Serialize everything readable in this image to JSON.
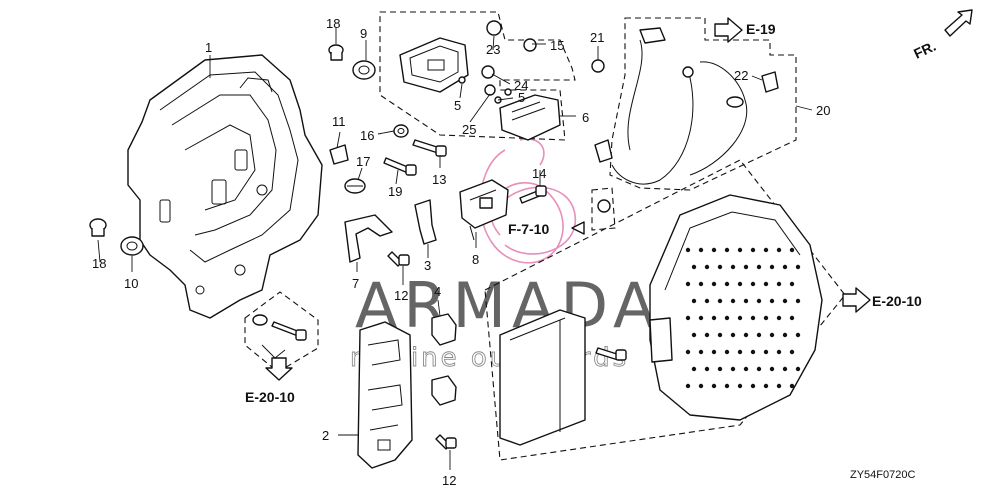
{
  "diagram_code": "ZY54F0720C",
  "direction_marker": "FR.",
  "references": {
    "e19": "E-19",
    "e2010_right": "E-20-10",
    "e2010_bottom": "E-20-10",
    "f710": "F-7-10"
  },
  "watermark": {
    "brand": "ARMADA",
    "tagline": "marine outboards",
    "accent_color": "#d63384"
  },
  "callouts": {
    "c1": "1",
    "c2": "2",
    "c3": "3",
    "c4": "4",
    "c5a": "5",
    "c5b": "5",
    "c6": "6",
    "c7": "7",
    "c8": "8",
    "c9": "9",
    "c10": "10",
    "c11": "11",
    "c12a": "12",
    "c12b": "12",
    "c13": "13",
    "c14": "14",
    "c15": "15",
    "c16": "16",
    "c17": "17",
    "c18a": "18",
    "c18b": "18",
    "c19": "19",
    "c20": "20",
    "c21": "21",
    "c22": "22",
    "c23": "23",
    "c24": "24",
    "c25": "25"
  }
}
